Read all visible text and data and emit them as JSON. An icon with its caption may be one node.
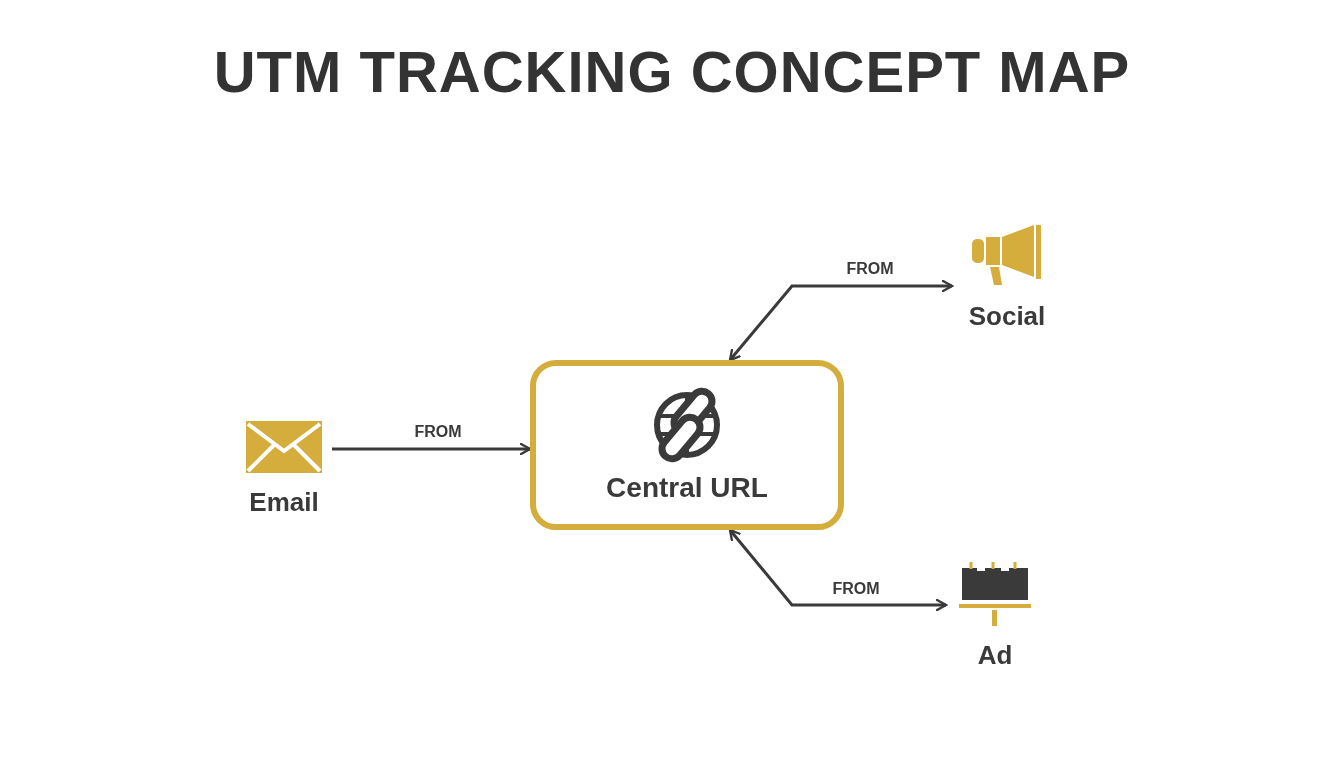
{
  "diagram": {
    "title": "UTM TRACKING CONCEPT MAP",
    "nodes": [
      {
        "text": [
          "Email"
        ]
      },
      {
        "text": [
          "Central URL"
        ]
      },
      {
        "text": [
          "Social"
        ]
      },
      {
        "text": [
          "Ad"
        ]
      }
    ],
    "edges": [
      {
        "from": 0,
        "to": 1,
        "arrow": "to",
        "label": "FROM"
      },
      {
        "from": 1,
        "to": 2,
        "arrow": "both",
        "label": "FROM"
      },
      {
        "from": 1,
        "to": 3,
        "arrow": "both",
        "label": "FROM"
      }
    ]
  }
}
